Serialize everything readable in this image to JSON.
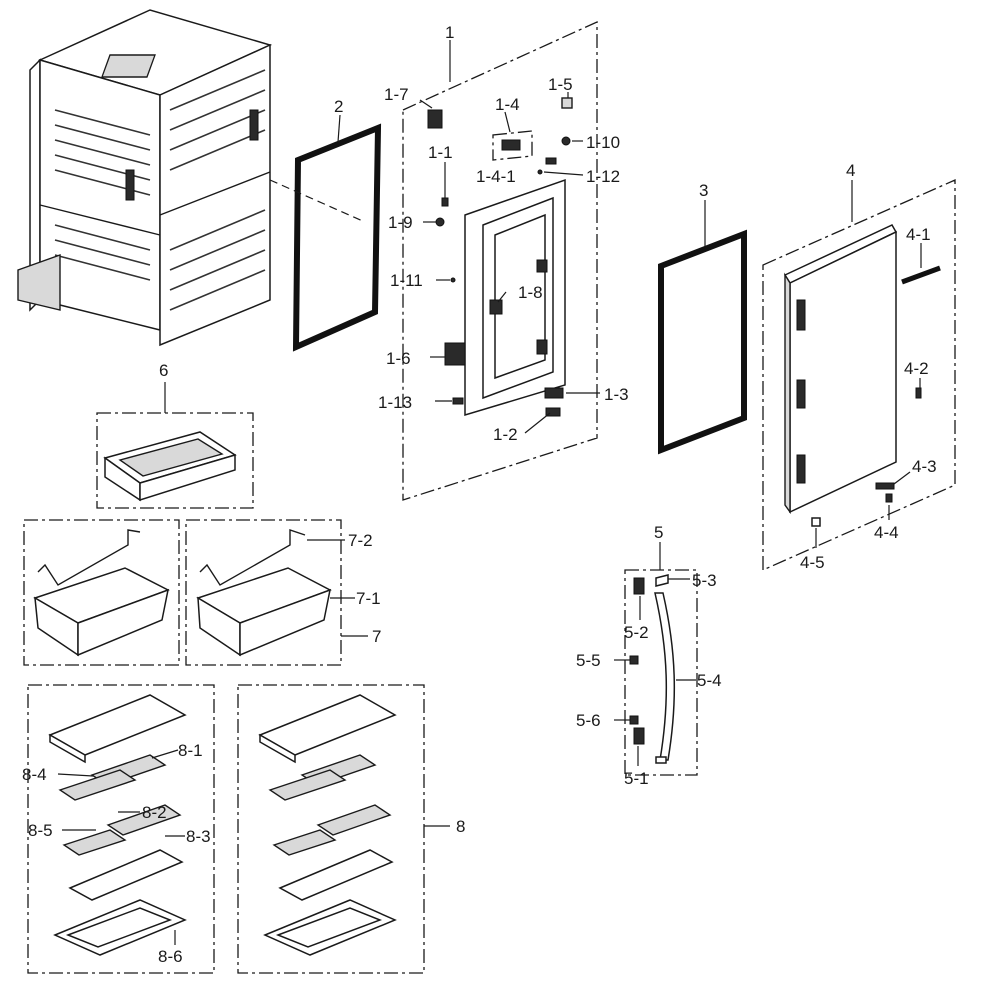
{
  "callouts": {
    "c1": "1",
    "c1_1": "1-1",
    "c1_2": "1-2",
    "c1_3": "1-3",
    "c1_4": "1-4",
    "c1_4_1": "1-4-1",
    "c1_5": "1-5",
    "c1_6": "1-6",
    "c1_7": "1-7",
    "c1_8": "1-8",
    "c1_9": "1-9",
    "c1_10": "1-10",
    "c1_11": "1-11",
    "c1_12": "1-12",
    "c1_13": "1-13",
    "c2": "2",
    "c3": "3",
    "c4": "4",
    "c4_1": "4-1",
    "c4_2": "4-2",
    "c4_3": "4-3",
    "c4_4": "4-4",
    "c4_5": "4-5",
    "c5": "5",
    "c5_1": "5-1",
    "c5_2": "5-2",
    "c5_3": "5-3",
    "c5_4": "5-4",
    "c5_5": "5-5",
    "c5_6": "5-6",
    "c6": "6",
    "c7": "7",
    "c7_1": "7-1",
    "c7_2": "7-2",
    "c8": "8",
    "c8_1": "8-1",
    "c8_2": "8-2",
    "c8_3": "8-3",
    "c8_4": "8-4",
    "c8_5": "8-5",
    "c8_6": "8-6"
  }
}
